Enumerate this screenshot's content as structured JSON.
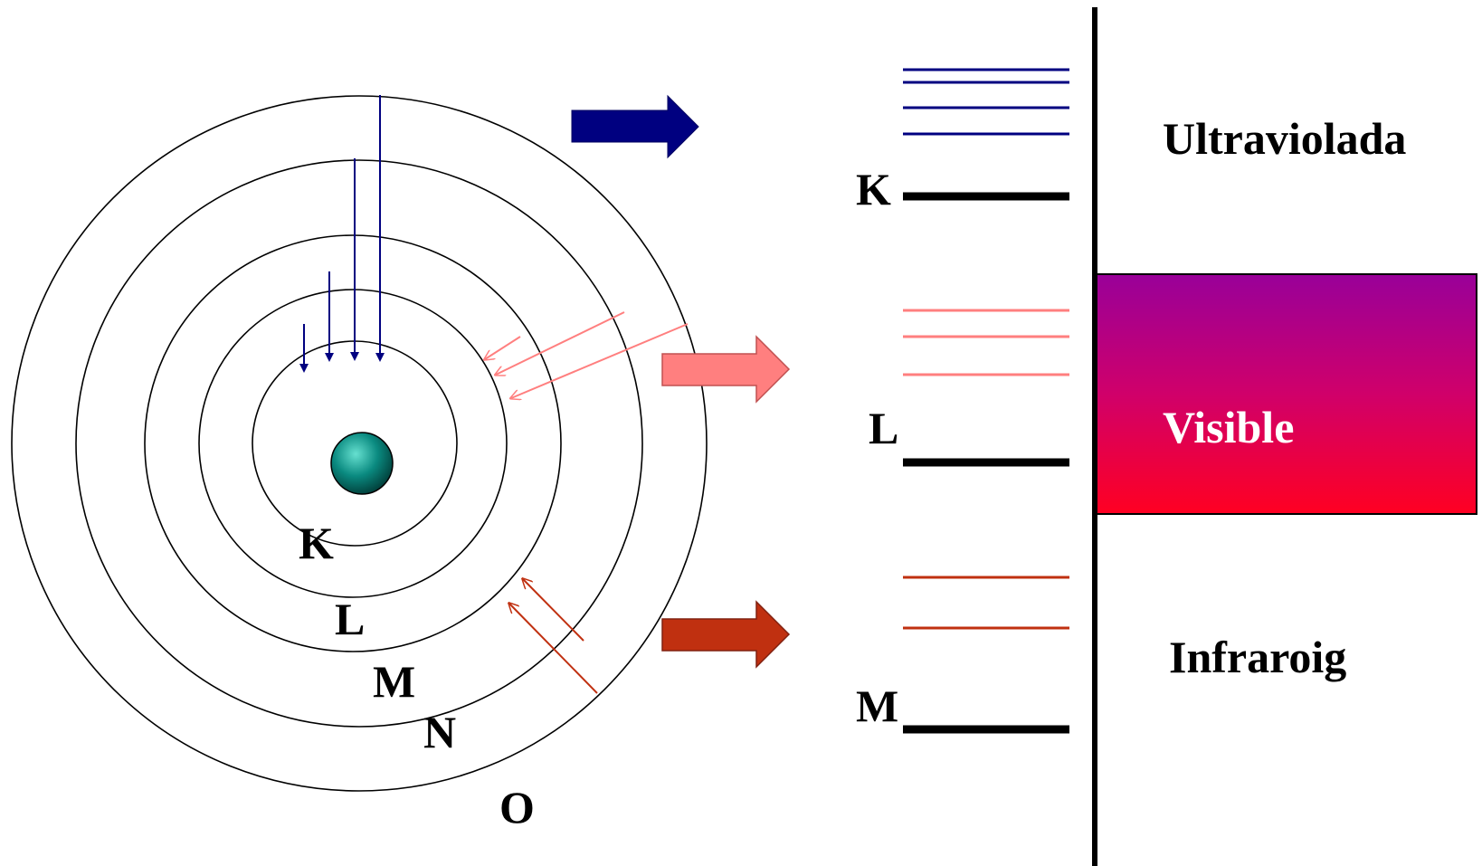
{
  "shells": [
    "K",
    "L",
    "M",
    "N",
    "O"
  ],
  "energy_levels": [
    "K",
    "L",
    "M"
  ],
  "regions": {
    "ultraviolet": "Ultraviolada",
    "visible": "Visible",
    "infrared": "Infraroig"
  },
  "colors": {
    "ultraviolet_lines": "#000080",
    "visible_lines": "#ff7f7f",
    "infrared_lines": "#c03010",
    "visible_gradient_top": "#990099",
    "visible_gradient_bottom": "#ff0022",
    "nucleus": "#008080",
    "shell_stroke": "#000000"
  }
}
